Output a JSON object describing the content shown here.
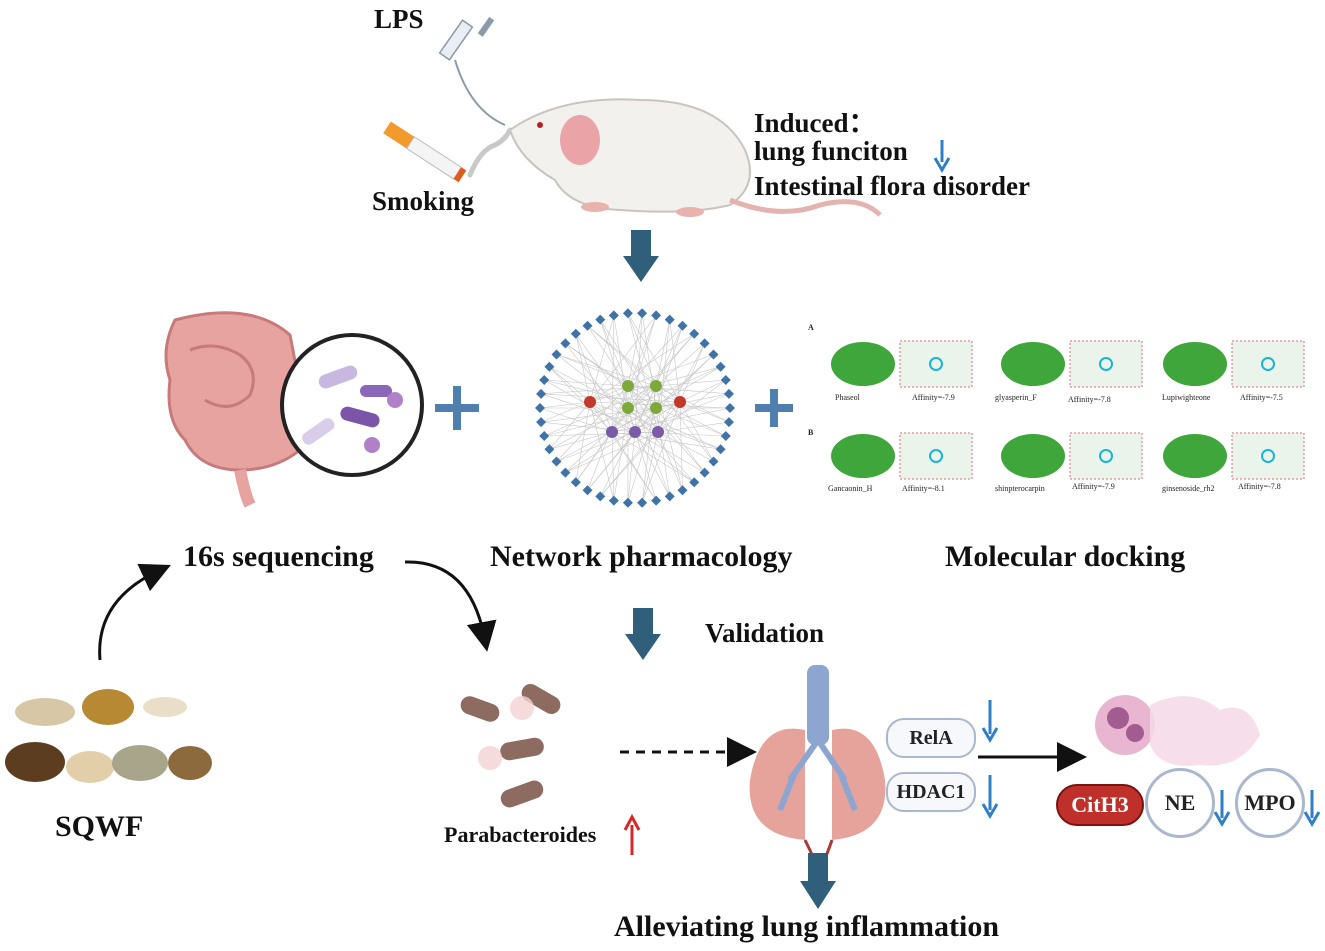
{
  "model": {
    "lps_label": "LPS",
    "smoking_label": "Smoking",
    "induced_title": "Induced：",
    "induced_items": [
      "lung funciton",
      "Intestinal flora disorder"
    ]
  },
  "methods": {
    "sequencing_label": "16s sequencing",
    "network_label": "Network pharmacology",
    "docking_label": "Molecular docking"
  },
  "docking": {
    "panel_a_label": "A",
    "panel_b_label": "B",
    "results": [
      {
        "compound": "Phaseol",
        "affinity": "Affinity=-7.9"
      },
      {
        "compound": "glyasperin_F",
        "affinity": "Affinity=-7.8"
      },
      {
        "compound": "Lupiwighteone",
        "affinity": "Affinity=-7.5"
      },
      {
        "compound": "Gancaonin_H",
        "affinity": "Affinity=-8.1"
      },
      {
        "compound": "shinpterocarpin",
        "affinity": "Affinity=-7.9"
      },
      {
        "compound": "ginsenoside_rh2",
        "affinity": "Affinity=-7.8"
      }
    ]
  },
  "validation": {
    "label": "Validation",
    "bacteria_label": "Parabacteroides",
    "markers_lung": [
      "RelA",
      "HDAC1"
    ],
    "markers_net": [
      "CitH3",
      "NE",
      "MPO"
    ]
  },
  "formula_label": "SQWF",
  "outcome_label": "Alleviating lung inflammation",
  "colors": {
    "big_arrow": "#2f5f7a",
    "down_arrow": "#2f7fc8",
    "up_arrow": "#d62828",
    "plus": "#4f7fae",
    "cith3": "#c0302b"
  }
}
